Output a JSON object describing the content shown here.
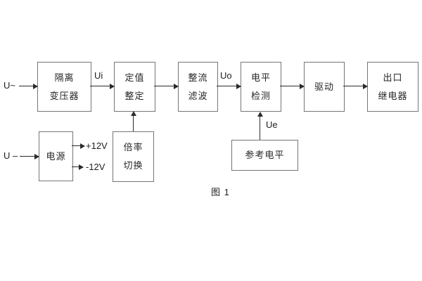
{
  "diagram": {
    "caption": "图 1",
    "blocks": {
      "isolation": [
        "隔离",
        "变压器"
      ],
      "setting": [
        "定值",
        "整定"
      ],
      "rectifier": [
        "整流",
        "滤波"
      ],
      "level": [
        "电平",
        "检测"
      ],
      "drive": [
        "驱动"
      ],
      "relay": [
        "出口",
        "继电器"
      ],
      "power": [
        "电源"
      ],
      "ratio": [
        "倍率",
        "切换"
      ],
      "reference": [
        "参考电平"
      ]
    },
    "signal_labels": {
      "u_ac": "U~",
      "u_dc": "U –",
      "ui": "Ui",
      "uo": "Uo",
      "ue": "Ue",
      "plus12": "+12V",
      "minus12": "-12V"
    },
    "colors": {
      "background": "#ffffff",
      "box_border": "#757575",
      "text": "#222222",
      "arrow": "#2b2b2b"
    }
  }
}
